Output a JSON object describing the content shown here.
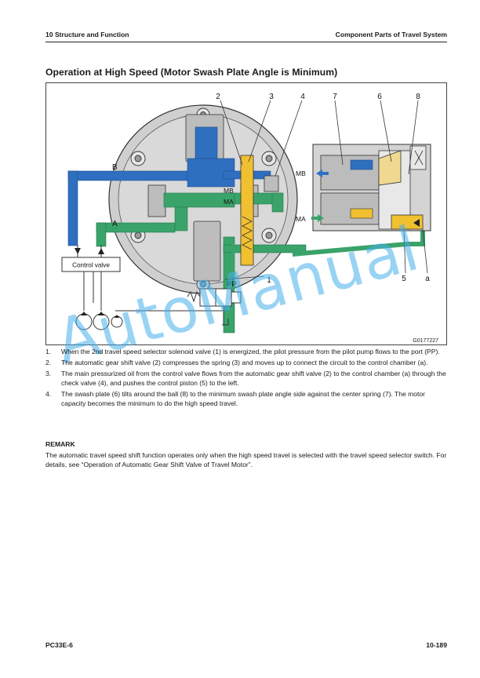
{
  "header": {
    "left": "10 Structure and Function",
    "right": "Component Parts of Travel System"
  },
  "section_title": "Operation at High Speed (Motor Swash Plate Angle is Minimum)",
  "figure": {
    "callouts_top": [
      "2",
      "3",
      "4",
      "7",
      "6",
      "8"
    ],
    "label_b": "B",
    "label_a": "A",
    "label_mb_inner": "MB",
    "label_ma_inner": "MA",
    "label_mb_outer": "MB",
    "label_ma_outer": "MA",
    "control_valve": "Control valve",
    "label_pp": "PP",
    "callout_1": "1",
    "callout_5": "5",
    "callout_a": "a",
    "figure_code": "G0177227",
    "colors": {
      "pressure_high": "#2f6fbf",
      "pressure_mid": "#3aa36a",
      "pressure_low": "#f0c030",
      "body_gray": "#c9c9c9"
    }
  },
  "steps": [
    {
      "num": "1.",
      "text": "When the 2nd travel speed selector solenoid valve (1) is energized, the pilot pressure from the pilot pump flows to the port (PP)."
    },
    {
      "num": "2.",
      "text": "The automatic gear shift valve (2) compresses the spring (3) and moves up to connect the circuit to the control chamber (a)."
    },
    {
      "num": "3.",
      "text": "The main pressurized oil from the control valve flows from the automatic gear shift valve (2) to the control chamber (a) through the check valve (4), and pushes the control piston (5) to the left."
    },
    {
      "num": "4.",
      "text": "The swash plate (6) tilts around the ball (8) to the minimum swash plate angle side against the center spring (7). The motor capacity becomes the minimum to do the high speed travel."
    }
  ],
  "remark": {
    "title": "REMARK",
    "text": "The automatic travel speed shift function operates only when the high speed travel is selected with the travel speed selector switch. For details, see “Operation of Automatic Gear Shift Valve of Travel Motor”."
  },
  "footer": {
    "left": "PC33E-6",
    "right": "10-189"
  },
  "watermark": "AutoManual"
}
